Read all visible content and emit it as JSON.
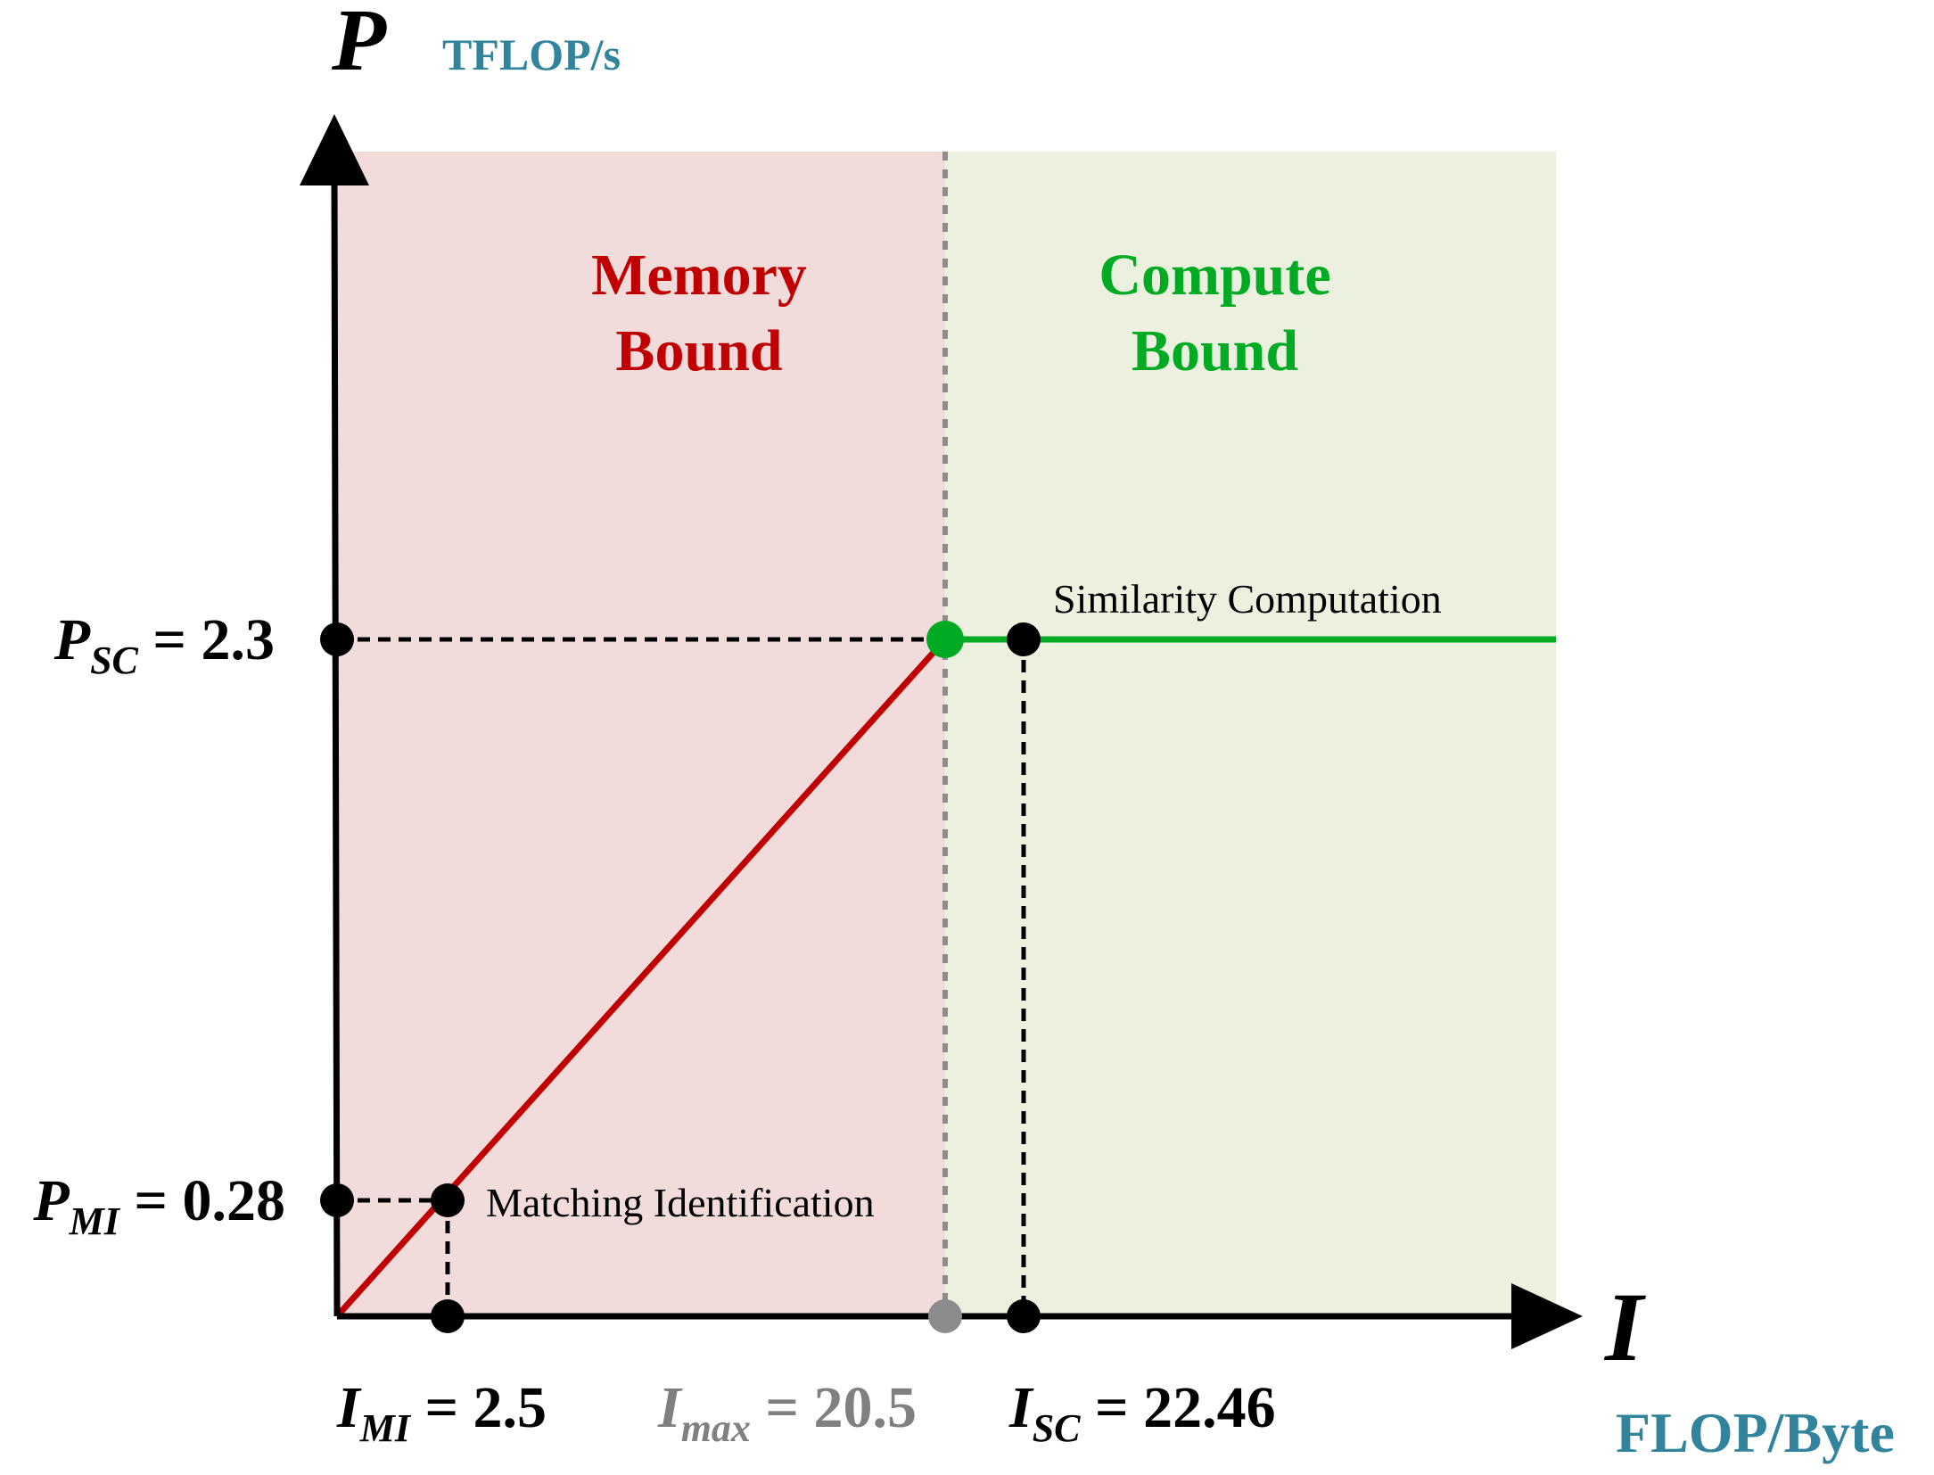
{
  "colors": {
    "memory_region": "#f2dcdb",
    "compute_region": "#ebf1de",
    "memory_line": "#c00000",
    "compute_line": "#00aa22",
    "ridge_line": "#8c8c8c",
    "axis": "#000000",
    "unit_text": "#31849b",
    "imax_text": "#808080"
  },
  "chart_data": {
    "type": "line",
    "title": "",
    "y_axis": {
      "symbol": "P",
      "unit": "TFLOP/s"
    },
    "x_axis": {
      "symbol": "I",
      "unit": "FLOP/Byte"
    },
    "regions": [
      {
        "label_line1": "Memory",
        "label_line2": "Bound",
        "color": "#c00000"
      },
      {
        "label_line1": "Compute",
        "label_line2": "Bound",
        "color": "#00aa22"
      }
    ],
    "roofline": {
      "memory_segment": [
        [
          0,
          0
        ],
        [
          20.5,
          2.3
        ]
      ],
      "compute_segment": [
        [
          20.5,
          2.3
        ],
        [
          36,
          2.3
        ]
      ],
      "ridge_x": 20.5,
      "peak_y": 2.3
    },
    "points": [
      {
        "name": "Matching Identification",
        "x": 2.5,
        "y": 0.28
      },
      {
        "name": "Similarity Computation",
        "x": 22.46,
        "y": 2.3
      }
    ],
    "x_ticks": [
      {
        "symbol": "I",
        "sub": "MI",
        "value": "2.5",
        "x": 2.5
      },
      {
        "symbol": "I",
        "sub": "max",
        "value": "20.5",
        "x": 20.5
      },
      {
        "symbol": "I",
        "sub": "SC",
        "value": "22.46",
        "x": 22.46
      }
    ],
    "y_ticks": [
      {
        "symbol": "P",
        "sub": "SC",
        "value": "2.3",
        "y": 2.3
      },
      {
        "symbol": "P",
        "sub": "MI",
        "value": "0.28",
        "y": 0.28
      }
    ]
  }
}
